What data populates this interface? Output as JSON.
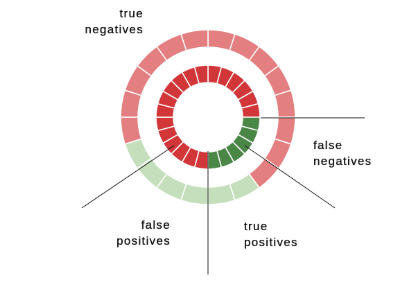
{
  "diagram": {
    "colors": {
      "true_negative_outer": "#e37f80",
      "true_positive_outer": "#c5dfbd",
      "true_negative_inner": "#d13639",
      "true_positive_inner": "#4a8747",
      "separator": "#ffffff",
      "leader_line": "#111111"
    },
    "outer_ring": {
      "segment_count": 20,
      "true_negative_segments": 14,
      "true_positive_segments": 6
    },
    "inner_ring": {
      "segment_count": 24,
      "true_negative_segments": 18,
      "true_positive_segments": 6
    },
    "labels": {
      "true_negatives": {
        "line1": "true",
        "line2": "negatives"
      },
      "false_negatives": {
        "line1": "false",
        "line2": "negatives"
      },
      "false_positives": {
        "line1": "false",
        "line2": "positives"
      },
      "true_positives": {
        "line1": "true",
        "line2": "positives"
      }
    }
  }
}
